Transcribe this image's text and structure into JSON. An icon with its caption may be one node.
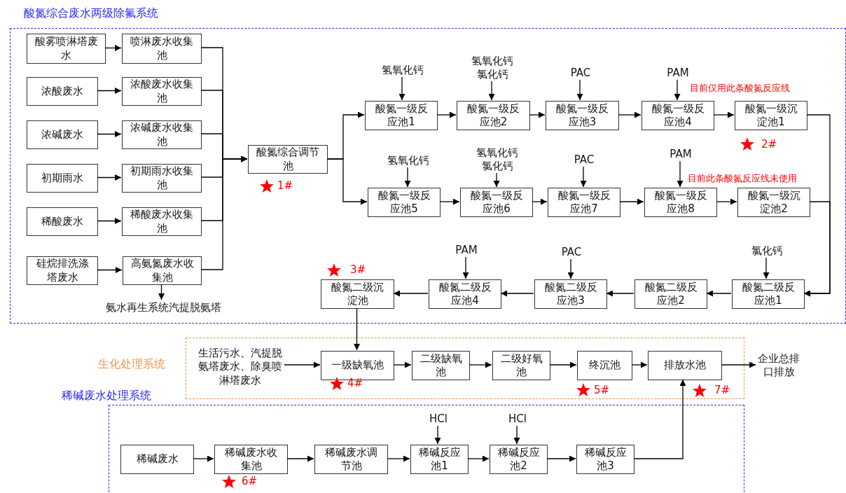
{
  "diagram": {
    "nodes": [
      {
        "text": [
          "酸氮综合废水两级除氟系统"
        ]
      },
      {
        "text": [
          "酸雾喷淋塔废水"
        ],
        "in": 0
      },
      {
        "text": [
          "喷淋废水收集池"
        ],
        "in": 0
      },
      {
        "text": [
          "浓酸废水"
        ],
        "in": 0
      },
      {
        "text": [
          "浓酸废水收集池"
        ],
        "in": 0
      },
      {
        "text": [
          "浓碱废水"
        ],
        "in": 0
      },
      {
        "text": [
          "浓碱废水收集池"
        ],
        "in": 0
      },
      {
        "text": [
          "初期雨水"
        ],
        "in": 0
      },
      {
        "text": [
          "初期雨水收集池"
        ],
        "in": 0
      },
      {
        "text": [
          "稀酸废水"
        ],
        "in": 0
      },
      {
        "text": [
          "稀酸废水收集池"
        ],
        "in": 0
      },
      {
        "text": [
          "硅烷排洗涤塔废水"
        ],
        "in": 0
      },
      {
        "text": [
          "高氨氮废水收集池"
        ],
        "in": 0
      },
      {
        "text": [
          "氨水再生系统汽提脱氨塔"
        ],
        "in": 0
      },
      {
        "text": [
          "酸氮综合调节池"
        ],
        "in": 0
      },
      {
        "text": [
          "氢氧化钙"
        ],
        "in": 0
      },
      {
        "text": [
          "酸氮一级反应池1"
        ],
        "in": 0
      },
      {
        "text": [
          "氢氧化钙",
          "氯化钙"
        ],
        "in": 0
      },
      {
        "text": [
          "酸氮一级反应池2"
        ],
        "in": 0
      },
      {
        "text": [
          "PAC"
        ],
        "in": 0
      },
      {
        "text": [
          "酸氮一级反应池3"
        ],
        "in": 0
      },
      {
        "text": [
          "PAM"
        ],
        "in": 0
      },
      {
        "text": [
          "酸氮一级反应池4"
        ],
        "in": 0
      },
      {
        "text": [
          "酸氮一级沉淀池1"
        ],
        "in": 0
      },
      {
        "text": [
          "氢氧化钙"
        ],
        "in": 0
      },
      {
        "text": [
          "酸氮一级反应池5"
        ],
        "in": 0
      },
      {
        "text": [
          "氢氧化钙",
          "氯化钙"
        ],
        "in": 0
      },
      {
        "text": [
          "酸氮一级反应池6"
        ],
        "in": 0
      },
      {
        "text": [
          "PAC"
        ],
        "in": 0
      },
      {
        "text": [
          "酸氮一级反应池7"
        ],
        "in": 0
      },
      {
        "text": [
          "PAM"
        ],
        "in": 0
      },
      {
        "text": [
          "酸氮一级反应池8"
        ],
        "in": 0
      },
      {
        "text": [
          "酸氮一级沉淀池2"
        ],
        "in": 0
      },
      {
        "text": [
          "氯化钙"
        ],
        "in": 0
      },
      {
        "text": [
          "酸氮二级反应池1"
        ],
        "in": 0
      },
      {
        "text": [
          "酸氮二级反应池2"
        ],
        "in": 0
      },
      {
        "text": [
          "PAC"
        ],
        "in": 0
      },
      {
        "text": [
          "酸氮二级反应池3"
        ],
        "in": 0
      },
      {
        "text": [
          "PAM"
        ],
        "in": 0
      },
      {
        "text": [
          "酸氮二级反应池4"
        ],
        "in": 0
      },
      {
        "text": [
          "酸氮二级沉淀池"
        ],
        "in": 0
      },
      {
        "text": [
          "生化处理系统"
        ]
      },
      {
        "text": [
          "生活污水、汽提脱氨塔废水、除臭喷淋塔废水"
        ],
        "in": 41
      },
      {
        "text": [
          "一级缺氧池"
        ],
        "in": 41
      },
      {
        "text": [
          "二级缺氧池"
        ],
        "in": 41
      },
      {
        "text": [
          "二级好氧池"
        ],
        "in": 41
      },
      {
        "text": [
          "终沉池"
        ],
        "in": 41
      },
      {
        "text": [
          "排放水池"
        ],
        "in": 41
      },
      {
        "text": [
          "企业总排口排放"
        ]
      },
      {
        "text": [
          "稀碱废水处理系统"
        ]
      },
      {
        "text": [
          "稀碱废水"
        ],
        "in": 49
      },
      {
        "text": [
          "稀碱废水收集池"
        ],
        "in": 49
      },
      {
        "text": [
          "稀碱废水调节池"
        ],
        "in": 49
      },
      {
        "text": [
          "HCl"
        ],
        "in": 49
      },
      {
        "text": [
          "稀碱反应池1"
        ],
        "in": 49
      },
      {
        "text": [
          "HCl"
        ],
        "in": 49
      },
      {
        "text": [
          "稀碱反应池2"
        ],
        "in": 49
      },
      {
        "text": [
          "稀碱反应池3"
        ],
        "in": 49
      }
    ],
    "edges": [
      {
        "from": 1,
        "to": 2,
        "arrow": "to"
      },
      {
        "from": 3,
        "to": 4,
        "arrow": "to"
      },
      {
        "from": 5,
        "to": 6,
        "arrow": "to"
      },
      {
        "from": 7,
        "to": 8,
        "arrow": "to"
      },
      {
        "from": 9,
        "to": 10,
        "arrow": "to"
      },
      {
        "from": 11,
        "to": 12,
        "arrow": "to"
      },
      {
        "from": 2,
        "to": 14,
        "arrow": "to"
      },
      {
        "from": 4,
        "to": 14,
        "arrow": "to"
      },
      {
        "from": 6,
        "to": 14,
        "arrow": "to"
      },
      {
        "from": 8,
        "to": 14,
        "arrow": "to"
      },
      {
        "from": 10,
        "to": 14,
        "arrow": "to"
      },
      {
        "from": 12,
        "to": 14,
        "arrow": "to"
      },
      {
        "from": 12,
        "to": 13,
        "arrow": "to"
      },
      {
        "from": 14,
        "to": 16,
        "arrow": "to"
      },
      {
        "from": 14,
        "to": 25,
        "arrow": "to"
      },
      {
        "from": 15,
        "to": 16,
        "arrow": "to"
      },
      {
        "from": 16,
        "to": 18,
        "arrow": "to"
      },
      {
        "from": 17,
        "to": 18,
        "arrow": "to"
      },
      {
        "from": 18,
        "to": 20,
        "arrow": "to"
      },
      {
        "from": 19,
        "to": 20,
        "arrow": "to"
      },
      {
        "from": 20,
        "to": 22,
        "arrow": "to"
      },
      {
        "from": 21,
        "to": 22,
        "arrow": "to"
      },
      {
        "from": 22,
        "to": 23,
        "arrow": "to"
      },
      {
        "from": 24,
        "to": 25,
        "arrow": "to"
      },
      {
        "from": 25,
        "to": 27,
        "arrow": "to"
      },
      {
        "from": 26,
        "to": 27,
        "arrow": "to"
      },
      {
        "from": 27,
        "to": 29,
        "arrow": "to"
      },
      {
        "from": 28,
        "to": 29,
        "arrow": "to"
      },
      {
        "from": 29,
        "to": 31,
        "arrow": "to"
      },
      {
        "from": 30,
        "to": 31,
        "arrow": "to"
      },
      {
        "from": 31,
        "to": 32,
        "arrow": "to"
      },
      {
        "from": 23,
        "to": 34,
        "arrow": "to"
      },
      {
        "from": 32,
        "to": 34,
        "arrow": "to"
      },
      {
        "from": 33,
        "to": 34,
        "arrow": "to"
      },
      {
        "from": 34,
        "to": 35,
        "arrow": "to"
      },
      {
        "from": 35,
        "to": 37,
        "arrow": "to"
      },
      {
        "from": 36,
        "to": 37,
        "arrow": "to"
      },
      {
        "from": 37,
        "to": 39,
        "arrow": "to"
      },
      {
        "from": 38,
        "to": 39,
        "arrow": "to"
      },
      {
        "from": 39,
        "to": 40,
        "arrow": "to"
      },
      {
        "from": 40,
        "to": 43,
        "arrow": "to"
      },
      {
        "from": 42,
        "to": 43,
        "arrow": "to"
      },
      {
        "from": 43,
        "to": 44,
        "arrow": "to"
      },
      {
        "from": 44,
        "to": 45,
        "arrow": "to"
      },
      {
        "from": 45,
        "to": 46,
        "arrow": "to"
      },
      {
        "from": 46,
        "to": 47,
        "arrow": "to"
      },
      {
        "from": 47,
        "to": 48,
        "arrow": "to"
      },
      {
        "from": 57,
        "to": 47,
        "arrow": "to"
      },
      {
        "from": 50,
        "to": 51,
        "arrow": "to"
      },
      {
        "from": 51,
        "to": 52,
        "arrow": "to"
      },
      {
        "from": 52,
        "to": 54,
        "arrow": "to"
      },
      {
        "from": 53,
        "to": 54,
        "arrow": "to"
      },
      {
        "from": 54,
        "to": 56,
        "arrow": "to"
      },
      {
        "from": 55,
        "to": 56,
        "arrow": "to"
      },
      {
        "from": 56,
        "to": 57,
        "arrow": "to"
      }
    ],
    "labels": [
      "目前仅用此条酸氮反应线",
      "目前此条酸氮反应线未使用",
      "1#",
      "2#",
      "3#",
      "4#",
      "5#",
      "6#",
      "7#"
    ]
  }
}
